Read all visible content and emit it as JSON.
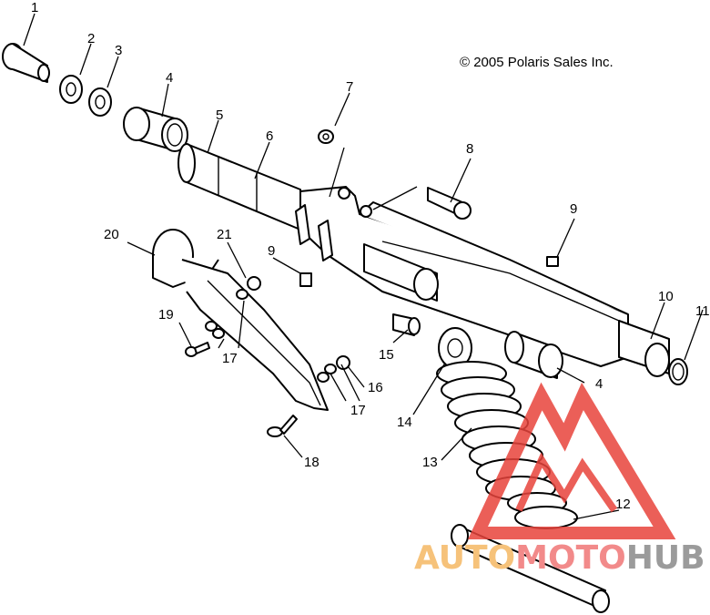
{
  "copyright": "© 2005 Polaris Sales Inc.",
  "callouts": [
    "1",
    "2",
    "3",
    "4",
    "5",
    "6",
    "7",
    "8",
    "9",
    "9",
    "10",
    "11",
    "12",
    "13",
    "14",
    "15",
    "16",
    "17",
    "17",
    "18",
    "19",
    "20",
    "21",
    "4"
  ],
  "watermark": {
    "prefix": "AUTO",
    "middle": "MOTO",
    "suffix": "HUB",
    "prefix_color": "#f6c27a",
    "middle_color": "#f28a8a",
    "suffix_color": "#9b9b9b",
    "mark_color": "#e8443c"
  }
}
